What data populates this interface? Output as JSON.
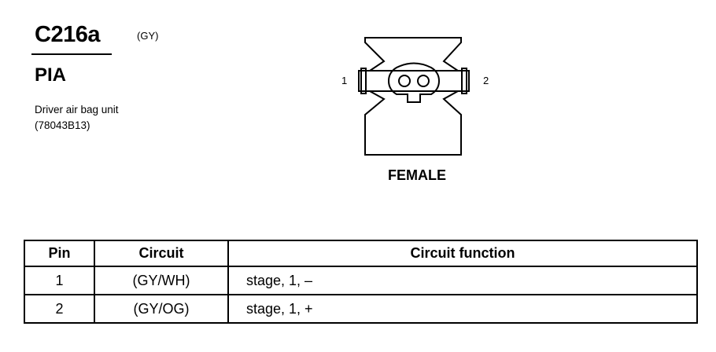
{
  "connector": {
    "id": "C216a",
    "color_code": "(GY)",
    "system": "PIA",
    "description": [
      "Driver air bag unit",
      "(78043B13)"
    ]
  },
  "diagram": {
    "pin_left": "1",
    "pin_right": "2",
    "view_label": "FEMALE"
  },
  "table": {
    "headers": [
      "Pin",
      "Circuit",
      "Circuit function"
    ],
    "rows": [
      {
        "pin": "1",
        "circuit": "(GY/WH)",
        "function": "stage, 1, –"
      },
      {
        "pin": "2",
        "circuit": "(GY/OG)",
        "function": "stage, 1, +"
      }
    ]
  }
}
